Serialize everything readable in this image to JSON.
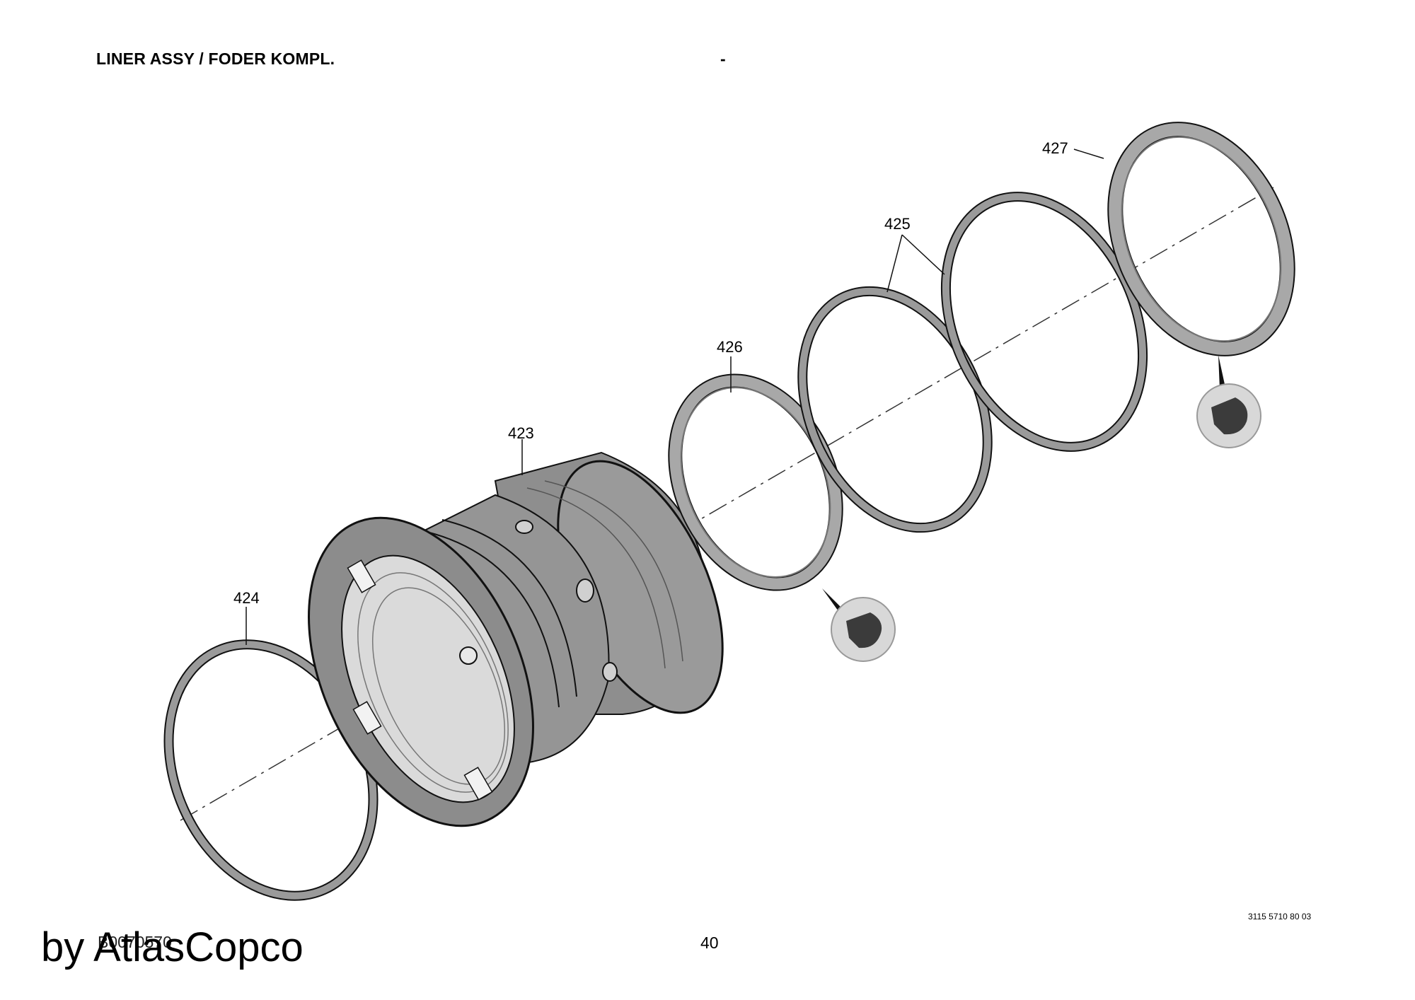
{
  "header": {
    "title": "LINER ASSY / FODER KOMPL.",
    "dash": "-"
  },
  "callouts": {
    "c423": "423",
    "c424": "424",
    "c425": "425",
    "c426": "426",
    "c427": "427"
  },
  "footer": {
    "doc_code": "3115 5710 80 03",
    "page_number": "40",
    "ref_code": "B0070570",
    "watermark": "by AtlasCopco"
  },
  "colors": {
    "part_fill": "#9a9a9a",
    "part_dark": "#7d7d7d",
    "part_light": "#c8c8c8",
    "outline": "#111111"
  }
}
